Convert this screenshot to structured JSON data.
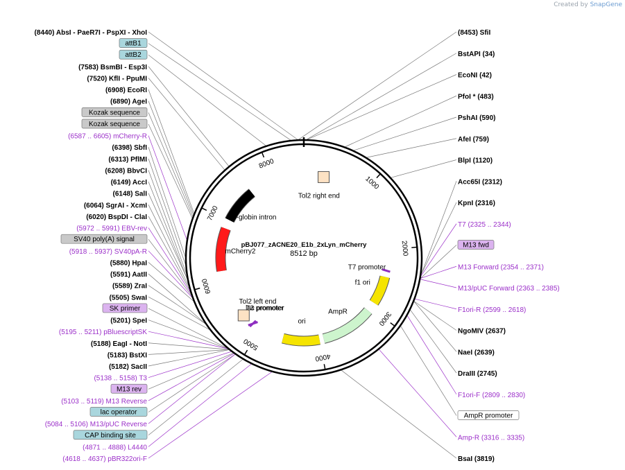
{
  "credit": {
    "prefix": "Created by",
    "brand": "SnapGene"
  },
  "plasmid": {
    "name": "pBJ077_zACNE20_E1b_2xLyn_mCherry",
    "size_label": "8512 bp",
    "length": 8512
  },
  "ring_ticks": [
    {
      "pos": 1000,
      "label": "1000"
    },
    {
      "pos": 2000,
      "label": "2000"
    },
    {
      "pos": 3000,
      "label": "3000"
    },
    {
      "pos": 4000,
      "label": "4000"
    },
    {
      "pos": 5000,
      "label": "5000"
    },
    {
      "pos": 6000,
      "label": "6000"
    },
    {
      "pos": 7000,
      "label": "7000"
    },
    {
      "pos": 8000,
      "label": "8000"
    }
  ],
  "features": [
    {
      "name": "Tol2 right end",
      "start": 230,
      "end": 420,
      "type": "box",
      "color": "#fde2c4"
    },
    {
      "name": "T7 promoter",
      "start": 2325,
      "end": 2344,
      "type": "ticks",
      "color": "#8e2fc0"
    },
    {
      "name": "f1 ori",
      "start": 2440,
      "end": 2900,
      "type": "arrow",
      "color": "#f5e400"
    },
    {
      "name": "AmpR",
      "start": 3060,
      "end": 3930,
      "type": "arrow",
      "color": "#cdf4cd"
    },
    {
      "name": "ori",
      "start": 4000,
      "end": 4600,
      "type": "arrow",
      "color": "#f5e400"
    },
    {
      "name": "lac promoter",
      "start": 5100,
      "end": 5190,
      "type": "ticks",
      "color": "#8e2fc0"
    },
    {
      "name": "T3 promoter",
      "start": 5138,
      "end": 5158,
      "type": "ticks",
      "color": "#8e2fc0"
    },
    {
      "name": "Tol2 left end",
      "start": 5260,
      "end": 5440,
      "type": "box",
      "color": "#fde2c4"
    },
    {
      "name": "mCherry2",
      "start": 6170,
      "end": 6870,
      "type": "arrow",
      "color": "#ff1a1a"
    },
    {
      "name": "β-globin intron",
      "start": 7020,
      "end": 7600,
      "type": "bar",
      "color": "#000000"
    }
  ],
  "left_labels": [
    {
      "text": "(8440) AbsI - PaeR7I - PspXI - XhoI",
      "pos": 8440,
      "kind": "site"
    },
    {
      "text": "attB1",
      "pos": 8360,
      "kind": "box-teal"
    },
    {
      "text": "attB2",
      "pos": 8070,
      "kind": "box-teal"
    },
    {
      "text": "(7583) BsmBI - Esp3I",
      "pos": 7583,
      "kind": "site"
    },
    {
      "text": "(7520) KflI - PpuMI",
      "pos": 7520,
      "kind": "site"
    },
    {
      "text": "(6908) EcoRI",
      "pos": 6908,
      "kind": "site"
    },
    {
      "text": "(6890) AgeI",
      "pos": 6890,
      "kind": "site"
    },
    {
      "text": "Kozak sequence",
      "pos": 6870,
      "kind": "box-gray"
    },
    {
      "text": "Kozak sequence",
      "pos": 6850,
      "kind": "box-gray"
    },
    {
      "text": "(6587 .. 6605) mCherry-R",
      "pos": 6596,
      "kind": "primer"
    },
    {
      "text": "(6398) SbfI",
      "pos": 6398,
      "kind": "site"
    },
    {
      "text": "(6313) PflMI",
      "pos": 6313,
      "kind": "site"
    },
    {
      "text": "(6208) BbvCI",
      "pos": 6208,
      "kind": "site"
    },
    {
      "text": "(6149) AccI",
      "pos": 6149,
      "kind": "site"
    },
    {
      "text": "(6148) SalI",
      "pos": 6148,
      "kind": "site"
    },
    {
      "text": "(6064) SgrAI - XcmI",
      "pos": 6064,
      "kind": "site"
    },
    {
      "text": "(6020) BspDI - ClaI",
      "pos": 6020,
      "kind": "site"
    },
    {
      "text": "(5972 .. 5991) EBV-rev",
      "pos": 5981,
      "kind": "primer"
    },
    {
      "text": "SV40 poly(A) signal",
      "pos": 5950,
      "kind": "box-gray"
    },
    {
      "text": "(5918 .. 5937) SV40pA-R",
      "pos": 5927,
      "kind": "primer"
    },
    {
      "text": "(5880) HpaI",
      "pos": 5880,
      "kind": "site"
    },
    {
      "text": "(5591) AatII",
      "pos": 5591,
      "kind": "site"
    },
    {
      "text": "(5589) ZraI",
      "pos": 5589,
      "kind": "site"
    },
    {
      "text": "(5505) SwaI",
      "pos": 5505,
      "kind": "site"
    },
    {
      "text": "SK primer",
      "pos": 5215,
      "kind": "box-purple"
    },
    {
      "text": "(5201) SpeI",
      "pos": 5201,
      "kind": "site"
    },
    {
      "text": "(5195 .. 5211) pBluescriptSK",
      "pos": 5203,
      "kind": "primer"
    },
    {
      "text": "(5188) EagI - NotI",
      "pos": 5188,
      "kind": "site"
    },
    {
      "text": "(5183) BstXI",
      "pos": 5183,
      "kind": "site"
    },
    {
      "text": "(5182) SacII",
      "pos": 5182,
      "kind": "site"
    },
    {
      "text": "(5138 .. 5158) T3",
      "pos": 5148,
      "kind": "primer"
    },
    {
      "text": "M13 rev",
      "pos": 5120,
      "kind": "box-purple"
    },
    {
      "text": "(5103 .. 5119) M13 Reverse",
      "pos": 5111,
      "kind": "primer"
    },
    {
      "text": "lac operator",
      "pos": 5095,
      "kind": "box-teal"
    },
    {
      "text": "(5084 .. 5106) M13/pUC Reverse",
      "pos": 5095,
      "kind": "primer"
    },
    {
      "text": "CAP binding site",
      "pos": 4990,
      "kind": "box-teal"
    },
    {
      "text": "(4871 .. 4888) L4440",
      "pos": 4879,
      "kind": "primer"
    },
    {
      "text": "(4618 .. 4637) pBR322ori-F",
      "pos": 4627,
      "kind": "primer"
    }
  ],
  "right_labels": [
    {
      "text": "(8453) SfiI",
      "pos": 8453,
      "kind": "site"
    },
    {
      "text": "BstAPI (34)",
      "pos": 34,
      "kind": "site"
    },
    {
      "text": "EcoNI (42)",
      "pos": 42,
      "kind": "site"
    },
    {
      "text": "PfoI * (483)",
      "pos": 483,
      "kind": "site"
    },
    {
      "text": "PshAI (590)",
      "pos": 590,
      "kind": "site"
    },
    {
      "text": "AfeI (759)",
      "pos": 759,
      "kind": "site"
    },
    {
      "text": "BlpI (1120)",
      "pos": 1120,
      "kind": "site"
    },
    {
      "text": "Acc65I (2312)",
      "pos": 2312,
      "kind": "site"
    },
    {
      "text": "KpnI (2316)",
      "pos": 2316,
      "kind": "site"
    },
    {
      "text": "T7 (2325 .. 2344)",
      "pos": 2334,
      "kind": "primer"
    },
    {
      "text": "M13 fwd",
      "pos": 2360,
      "kind": "box-purple"
    },
    {
      "text": "M13 Forward (2354 .. 2371)",
      "pos": 2362,
      "kind": "primer"
    },
    {
      "text": "M13/pUC Forward (2363 .. 2385)",
      "pos": 2374,
      "kind": "primer"
    },
    {
      "text": "F1ori-R (2599 .. 2618)",
      "pos": 2608,
      "kind": "primer"
    },
    {
      "text": "NgoMIV (2637)",
      "pos": 2637,
      "kind": "site"
    },
    {
      "text": "NaeI (2639)",
      "pos": 2639,
      "kind": "site"
    },
    {
      "text": "DraIII (2745)",
      "pos": 2745,
      "kind": "site"
    },
    {
      "text": "F1ori-F (2809 .. 2830)",
      "pos": 2819,
      "kind": "primer"
    },
    {
      "text": "AmpR promoter",
      "pos": 2960,
      "kind": "box-white"
    },
    {
      "text": "Amp-R (3316 .. 3335)",
      "pos": 3325,
      "kind": "primer"
    },
    {
      "text": "BsaI (3819)",
      "pos": 3819,
      "kind": "site"
    }
  ],
  "colors": {
    "primer": "#9b2fc9",
    "teal": "#a9d6dd",
    "gray": "#c9c9c9",
    "purple": "#dbb3ef",
    "site": "#000000"
  }
}
